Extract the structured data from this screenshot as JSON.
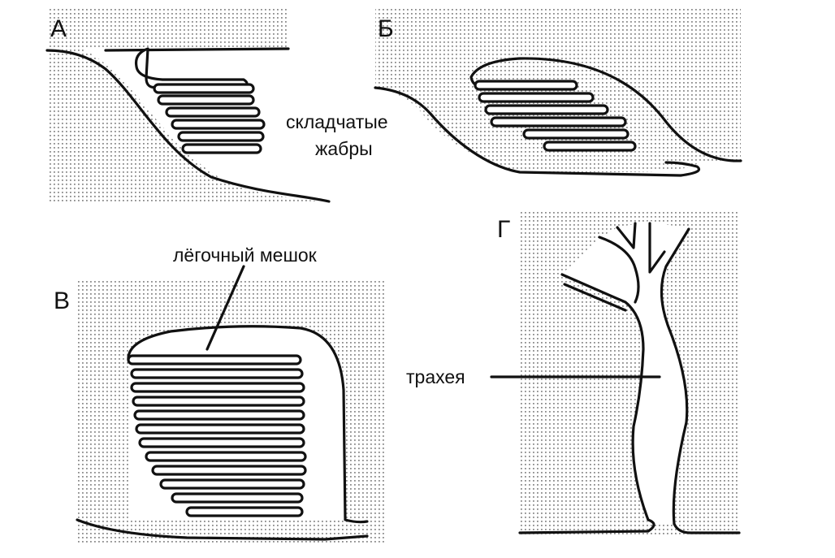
{
  "panels": {
    "a": {
      "letter": "А"
    },
    "b": {
      "letter": "Б"
    },
    "v": {
      "letter": "В"
    },
    "g": {
      "letter": "Г"
    }
  },
  "labels": {
    "gills_line1": "складчатые",
    "gills_line2": "жабры",
    "lung_sac": "лёгочный мешок",
    "trachea": "трахея"
  },
  "colors": {
    "ink": "#111111",
    "dots": "#8a8a8a",
    "background": "#ffffff"
  }
}
